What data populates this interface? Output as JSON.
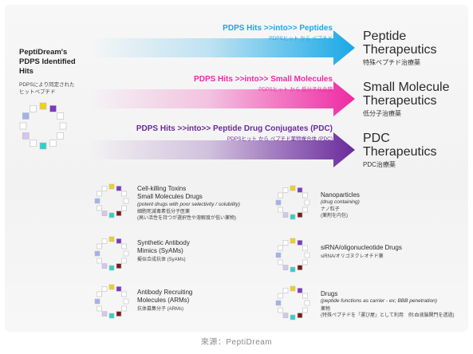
{
  "source_title": [
    "PeptiDream's",
    "PDPS Identified",
    "Hits"
  ],
  "source_subtitle": [
    "PDPSにより同定された",
    "ヒットペプチド"
  ],
  "arrows": [
    {
      "label": "PDPS Hits >>into>> Peptides",
      "sub": "PDPSヒット から ペプチド",
      "color": "#19a8e6",
      "target_title": [
        "Peptide",
        "Therapeutics"
      ],
      "target_sub": "特殊ペプチド治療薬"
    },
    {
      "label": "PDPS Hits >>into>> Small Molecules",
      "sub": "PDPSヒット から 低分子化合物",
      "color": "#ee2aa3",
      "target_title": [
        "Small Molecule",
        "Therapeutics"
      ],
      "target_sub": "低分子治療薬"
    },
    {
      "label": "PDPS Hits >>into>> Peptide Drug Conjugates (PDC)",
      "sub": "PDPSヒット から ペプチド薬物複合体 (PDC)",
      "color": "#6a2a9c",
      "target_title": [
        "PDC",
        "Therapeutics"
      ],
      "target_sub": "PDC治療薬"
    }
  ],
  "modalities_left": [
    {
      "title": [
        "Cell-killing Toxins",
        "Small Molecules Drugs"
      ],
      "italic": "(potent drugs with poor selectivity / solubility)",
      "jp": [
        "細胞死滅毒素低分子医薬",
        "(高い活性を持つが選択性や溶解度が低い薬物)"
      ]
    },
    {
      "title": [
        "Synthetic Antibody",
        "Mimics (SyAMs)"
      ],
      "italic": "",
      "jp": [
        "擬似合成抗体 (SyAMs)"
      ]
    },
    {
      "title": [
        "Antibody Recruiting",
        "Molecules (ARMs)"
      ],
      "italic": "",
      "jp": [
        "抗体募集分子 (ARMs)"
      ]
    }
  ],
  "modalities_right": [
    {
      "title": [
        "Nanoparticles"
      ],
      "italic": "(drug containing)",
      "jp": [
        "ナノ粒子",
        "(薬剤を内包)"
      ]
    },
    {
      "title": [
        "siRNA/oligonucleotide Drugs"
      ],
      "italic": "",
      "jp": [
        "siRNA/オリゴヌクレオチド薬"
      ]
    },
    {
      "title": [
        "Drugs"
      ],
      "italic": "(peptide functions as carrier - ex; BBB penetration)",
      "jp": [
        "薬物",
        "(特殊ペプチドを「運び屋」として利用　例:血液脳関門を透過)"
      ]
    }
  ],
  "ring_colors": [
    "#f3d018",
    "#7a3ac0",
    "#ffffff",
    "#ffffff",
    "#ffffff",
    "#ffffff",
    "#2fd0c8",
    "#ffffff",
    "#d4c6ee",
    "#ffffff",
    "#9fb2ee",
    "#ffffff"
  ],
  "ring_colors_mini": [
    "#f3d018",
    "#7a3ac0",
    "#ffffff",
    "#ffffff",
    "#ffffff",
    "#7a1b1b",
    "#2fd0c8",
    "#d4c6ee",
    "#ffffff",
    "#9fb2ee",
    "#ffffff",
    "#ffffff"
  ],
  "source_credit": "來源：PeptiDream"
}
